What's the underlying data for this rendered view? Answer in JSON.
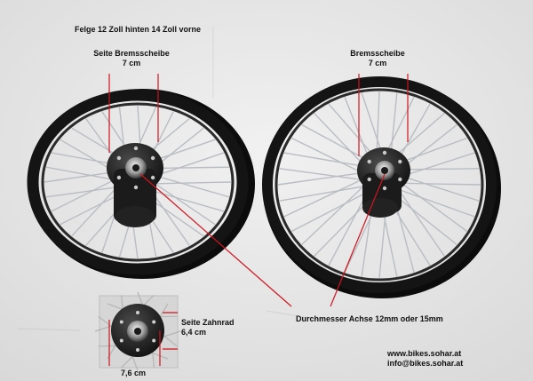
{
  "photo": {
    "title": "Felge 12 Zoll hinten 14 Zoll vorne",
    "left_wheel": {
      "brake_label": "Seite Bremsscheibe",
      "brake_size": "7 cm"
    },
    "right_wheel": {
      "brake_label": "Bremsscheibe",
      "brake_size": "7 cm"
    },
    "axle_label": "Durchmesser Achse 12mm oder 15mm",
    "hub_inset": {
      "sprocket_label": "Seite Zahnrad",
      "sprocket_size": "6,4 cm",
      "width_label": "7,6 cm"
    },
    "website": "www.bikes.sohar.at",
    "email": "info@bikes.sohar.at"
  },
  "colors": {
    "background": "#e9e9e9",
    "rim": "#141414",
    "spoke": "#b9bdc2",
    "annotation_line": "#d0141e",
    "text": "#111111"
  }
}
